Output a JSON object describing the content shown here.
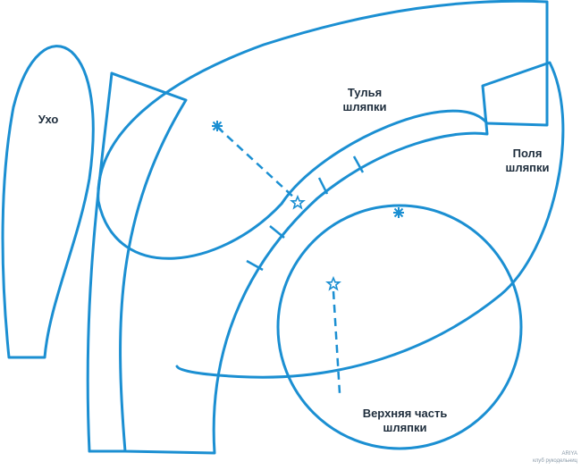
{
  "colors": {
    "outline": "#1b8fd2",
    "label": "#1e2d3c",
    "watermark": "#8a9aa8",
    "background": "#ffffff"
  },
  "labels": {
    "ear": "Ухо",
    "crown_line1": "Тулья",
    "crown_line2": "шляпки",
    "brim_line1": "Поля",
    "brim_line2": "шляпки",
    "top_line1": "Верхняя часть",
    "top_line2": "шляпки"
  },
  "markers": {
    "asterisk": "asterisk-icon",
    "star": "star-outline-icon"
  },
  "watermark": {
    "line1": "ARIYA",
    "line2": "клуб рукодельниц"
  }
}
